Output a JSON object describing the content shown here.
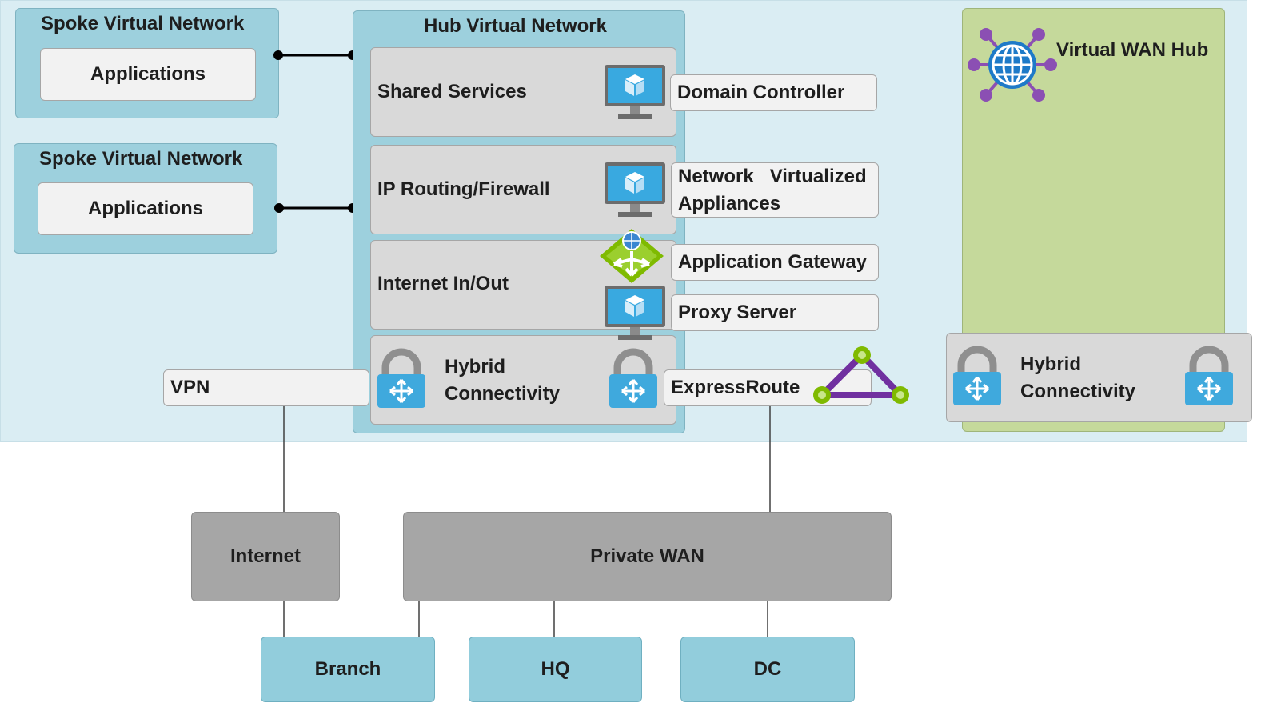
{
  "spokes": [
    {
      "title": "Spoke Virtual Network",
      "app": "Applications"
    },
    {
      "title": "Spoke Virtual Network",
      "app": "Applications"
    }
  ],
  "hub": {
    "title": "Hub Virtual Network",
    "sections": {
      "shared": "Shared Services",
      "routing": "IP Routing/Firewall",
      "internet": "Internet In/Out",
      "hybrid_line1": "Hybrid",
      "hybrid_line2": "Connectivity"
    }
  },
  "callouts": {
    "domain_controller": "Domain Controller",
    "nva_line1": "Network   Virtualized",
    "nva_line2": "Appliances",
    "app_gateway": "Application Gateway",
    "proxy": "Proxy Server",
    "expressroute": "ExpressRoute",
    "vpn": "VPN"
  },
  "wan_hub": {
    "title": "Virtual WAN Hub",
    "hybrid_line1": "Hybrid",
    "hybrid_line2": "Connectivity"
  },
  "networks": {
    "internet": "Internet",
    "private_wan": "Private WAN"
  },
  "sites": {
    "branch": "Branch",
    "hq": "HQ",
    "dc": "DC"
  },
  "icons": [
    "virtual-machine-icon",
    "application-gateway-icon",
    "vpn-gateway-icon",
    "expressroute-icon",
    "virtual-wan-globe-icon"
  ],
  "colors": {
    "background": "#daedf3",
    "vnet": "#9dd0dd",
    "service": "#d9d9d9",
    "wan_hub": "#c5d99b",
    "network": "#a6a6a6",
    "site": "#92cddc",
    "expressroute": "#7030a0",
    "app_gateway": "#7fba00"
  }
}
